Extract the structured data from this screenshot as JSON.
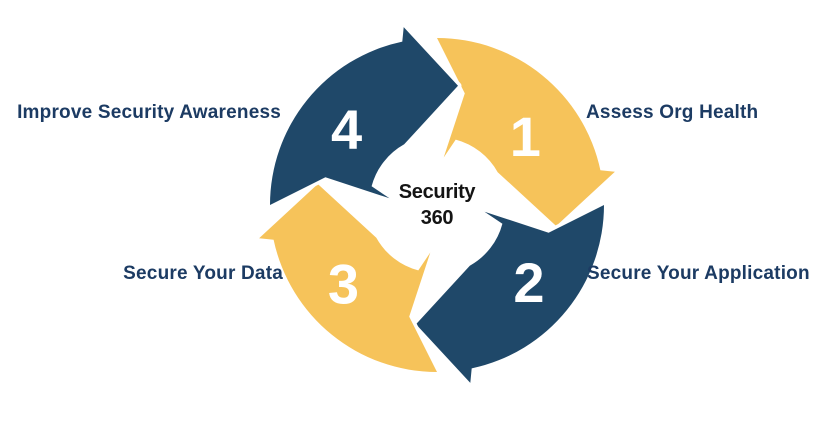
{
  "center": {
    "line1": "Security",
    "line2": "360"
  },
  "colors": {
    "gold": "#F6C35A",
    "navy": "#1F4869",
    "label_text": "#1C3B63",
    "center_text": "#141414",
    "number_text": "#FFFFFF",
    "background": "#FFFFFF",
    "gap_stroke": "#FFFFFF"
  },
  "steps": [
    {
      "number": "1",
      "label": "Assess Org Health",
      "color_role": "gold"
    },
    {
      "number": "2",
      "label": "Secure Your Application",
      "color_role": "navy"
    },
    {
      "number": "3",
      "label": "Secure Your Data",
      "color_role": "gold"
    },
    {
      "number": "4",
      "label": "Improve Security Awareness",
      "color_role": "navy"
    }
  ]
}
